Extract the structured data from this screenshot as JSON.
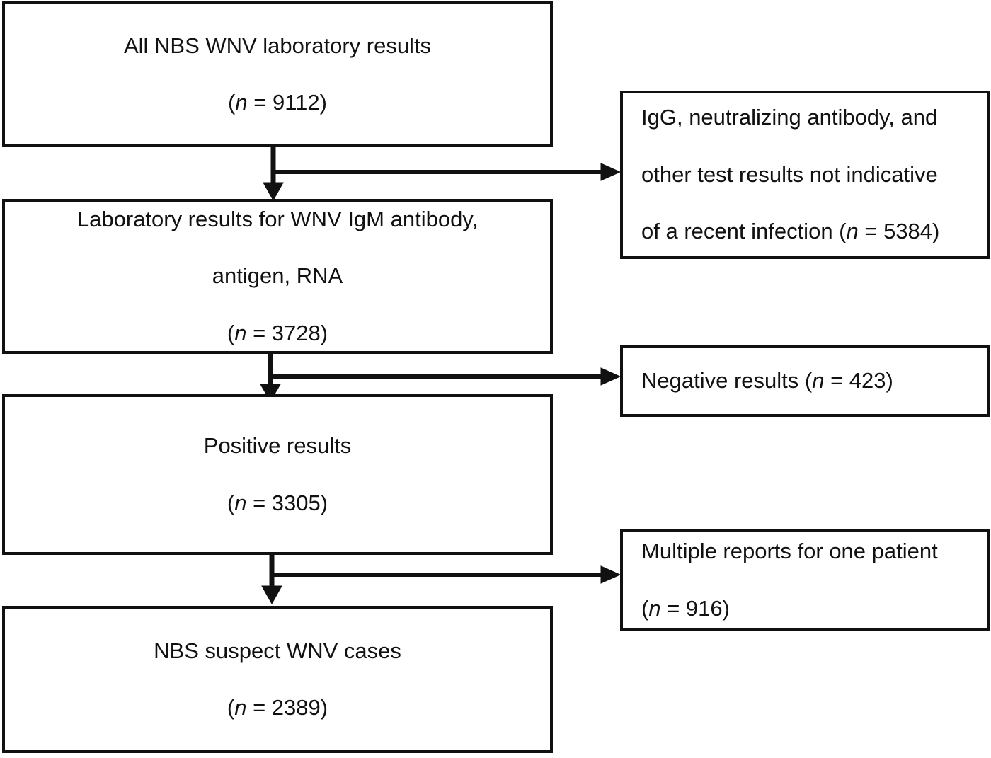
{
  "figure": {
    "type": "flowchart",
    "orientation": "vertical-with-side-exclusions",
    "line_color": "#111111",
    "background_color": "#ffffff"
  },
  "nodes": {
    "all_results": {
      "line1": "All NBS WNV laboratory results",
      "line2_prefix": "(",
      "line2_n": "n",
      "line2_suffix": " = 9112)",
      "count": 9112
    },
    "lab_results": {
      "line1": "Laboratory results for WNV IgM antibody,",
      "line2": "antigen, RNA",
      "line3_prefix": "(",
      "line3_n": "n",
      "line3_suffix": " = 3728)",
      "count": 3728
    },
    "positive_results": {
      "line1": "Positive results",
      "line2_prefix": "(",
      "line2_n": "n",
      "line2_suffix": " = 3305)",
      "count": 3305
    },
    "suspect_cases": {
      "line1": "NBS suspect WNV cases",
      "line2_prefix": "(",
      "line2_n": "n",
      "line2_suffix": " = 2389)",
      "count": 2389
    }
  },
  "exclusions": {
    "igg_other": {
      "line1": "IgG, neutralizing antibody, and",
      "line2": "other test results not indicative",
      "line3_prefix": "of a recent infection (",
      "line3_n": "n",
      "line3_suffix": " = 5384)",
      "count": 5384
    },
    "negative": {
      "line1_prefix": "Negative results (",
      "line1_n": "n",
      "line1_suffix": " = 423)",
      "count": 423
    },
    "multiple_reports": {
      "line1": "Multiple reports for one patient",
      "line2_prefix": "(",
      "line2_n": "n",
      "line2_suffix": " = 916)",
      "count": 916
    }
  },
  "chart_data": {
    "type": "diagram",
    "title": "",
    "flow": [
      {
        "step": 1,
        "label": "All NBS WNV laboratory results",
        "n": 9112
      },
      {
        "step": 2,
        "label": "Laboratory results for WNV IgM antibody, antigen, RNA",
        "n": 3728
      },
      {
        "step": 3,
        "label": "Positive results",
        "n": 3305
      },
      {
        "step": 4,
        "label": "NBS suspect WNV cases",
        "n": 2389
      }
    ],
    "excluded": [
      {
        "after_step": 1,
        "label": "IgG, neutralizing antibody, and other test results not indicative of a recent infection",
        "n": 5384
      },
      {
        "after_step": 2,
        "label": "Negative results",
        "n": 423
      },
      {
        "after_step": 3,
        "label": "Multiple reports for one patient",
        "n": 916
      }
    ]
  }
}
